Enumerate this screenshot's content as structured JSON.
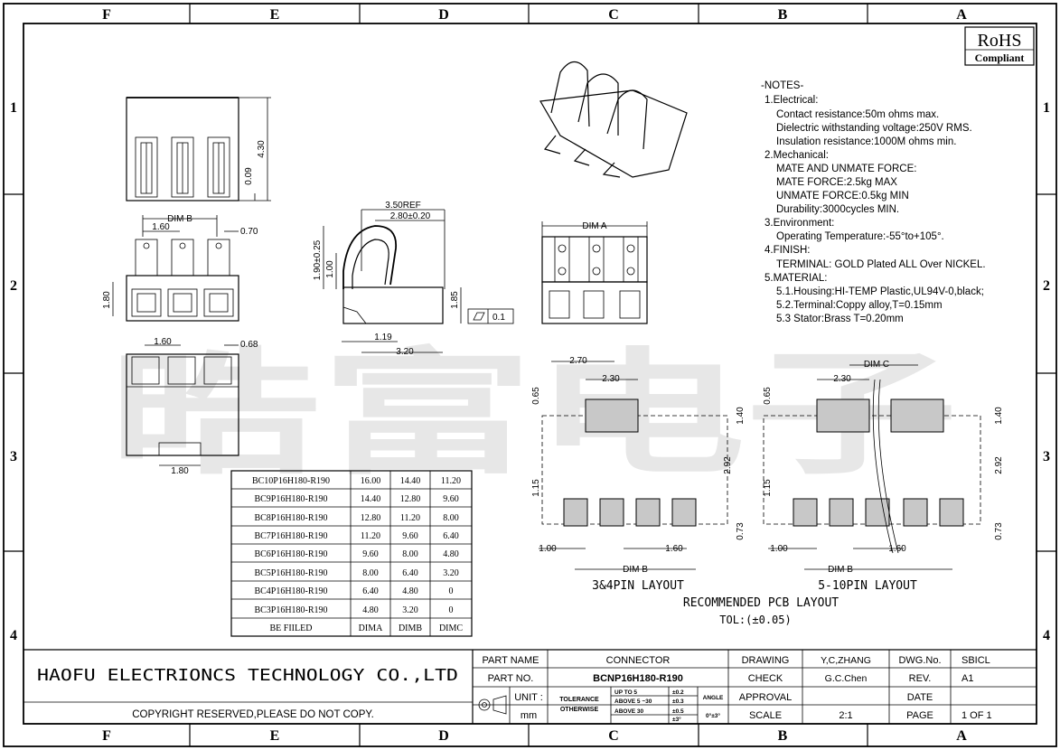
{
  "border": {
    "col_labels": [
      "F",
      "E",
      "D",
      "C",
      "B",
      "A"
    ],
    "row_labels": [
      "1",
      "2",
      "3",
      "4"
    ]
  },
  "rohs": {
    "title": "RoHS",
    "sub": "Compliant"
  },
  "watermark": "晧富电子",
  "notes": [
    "-NOTES-",
    "1.Electrical:",
    "Contact resistance:50m ohms max.",
    "Dielectric withstanding voltage:250V RMS.",
    "Insulation resistance:1000M ohms min.",
    "2.Mechanical:",
    "MATE AND UNMATE FORCE:",
    "MATE FORCE:2.5kg MAX",
    "UNMATE FORCE:0.5kg MIN",
    "Durability:3000cycles MIN.",
    "3.Environment:",
    "Operating Temperature:-55°to+105°.",
    "4.FINISH:",
    "TERMINAL: GOLD Plated ALL Over NICKEL.",
    "5.MATERIAL:",
    "5.1.Housing:HI-TEMP Plastic,UL94V-0,black;",
    "5.2.Terminal:Coppy alloy,T=0.15mm",
    "5.3 Stator:Brass   T=0.20mm"
  ],
  "dims": {
    "top_430": "4.30",
    "top_009": "0.09",
    "dim_b": "DIM B",
    "d160": "1.60",
    "d070": "0.70",
    "d180": "1.80",
    "d160b": "1.60",
    "d068": "0.68",
    "d180b": "1.80",
    "ref350": "3.50REF",
    "d280": "2.80±0.20",
    "d190": "1.90±0.25",
    "d100": "1.00",
    "d185": "1.85",
    "d119": "1.19",
    "d320": "3.20",
    "flat": "0.1",
    "dim_a": "DIM A",
    "p270": "2.70",
    "p230": "2.30",
    "p065": "0.65",
    "p140": "1.40",
    "p292": "2.92",
    "p115": "1.15",
    "p073": "0.73",
    "p100": "1.00",
    "p160": "1.60",
    "p_dimb": "DIM B",
    "q230": "2.30",
    "q_dimc": "DIM C",
    "q065": "0.65",
    "q140": "1.40",
    "q292": "2.92",
    "q115": "1.15",
    "q073": "0.73",
    "q100": "1.00",
    "q160": "1.60",
    "q_dimb": "DIM B"
  },
  "layouts": {
    "left_title": "3&4PIN LAYOUT",
    "right_title": "5-10PIN LAYOUT",
    "recommended": "RECOMMENDED PCB LAYOUT",
    "tolerance": "TOL:(±0.05)"
  },
  "part_table": {
    "rows": [
      [
        "BC10P16H180-R190",
        "16.00",
        "14.40",
        "11.20"
      ],
      [
        "BC9P16H180-R190",
        "14.40",
        "12.80",
        "9.60"
      ],
      [
        "BC8P16H180-R190",
        "12.80",
        "11.20",
        "8.00"
      ],
      [
        "BC7P16H180-R190",
        "11.20",
        "9.60",
        "6.40"
      ],
      [
        "BC6P16H180-R190",
        "9.60",
        "8.00",
        "4.80"
      ],
      [
        "BC5P16H180-R190",
        "8.00",
        "6.40",
        "3.20"
      ],
      [
        "BC4P16H180-R190",
        "6.40",
        "4.80",
        "0"
      ],
      [
        "BC3P16H180-R190",
        "4.80",
        "3.20",
        "0"
      ]
    ],
    "footer": [
      "BE FIILED",
      "DIMA",
      "DIMB",
      "DIMC"
    ]
  },
  "title_block": {
    "company": "HAOFU ELECTRIONCS TECHNOLOGY CO.,LTD",
    "copyright": "COPYRIGHT RESERVED,PLEASE DO NOT COPY.",
    "part_name_label": "PART NAME",
    "part_name": "CONNECTOR",
    "part_no_label": "PART NO.",
    "part_no": "BCNP16H180-R190",
    "unit_label": "UNIT :",
    "unit": "mm",
    "tol_label1": "TOLERANCE",
    "tol_label2": "OTHERWISE",
    "tol_r1a": "UP TO 5",
    "tol_r1b": "±0.2",
    "tol_r2a": "ABOVE 5 ~30",
    "tol_r2b": "±0.3",
    "tol_r3a": "ABOVE 30",
    "tol_r3b": "±0.5",
    "angle_label": "ANGLE",
    "angle_val1": "±3°",
    "angle_val2": "0°±3°",
    "drawing_label": "DRAWING",
    "drawing": "Y,C,ZHANG",
    "check_label": "CHECK",
    "check": "G.C.Chen",
    "approval_label": "APPROVAL",
    "approval": "",
    "scale_label": "SCALE",
    "scale": "2:1",
    "dwg_label": "DWG.No.",
    "dwg": "SBICL",
    "rev_label": "REV.",
    "rev": "A1",
    "date_label": "DATE",
    "date": "",
    "page_label": "PAGE",
    "page": "1 OF 1"
  }
}
